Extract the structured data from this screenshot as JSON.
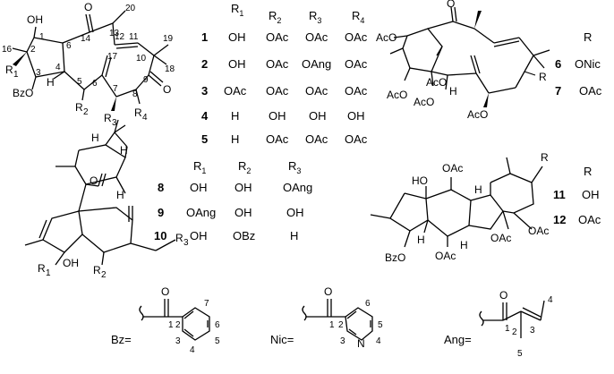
{
  "table_a": {
    "headers": [
      "R",
      "R",
      "R",
      "R"
    ],
    "header_subs": [
      "1",
      "2",
      "3",
      "4"
    ],
    "rows": [
      {
        "id": "1",
        "cells": [
          "OH",
          "OAc",
          "OAc",
          "OAc"
        ]
      },
      {
        "id": "2",
        "cells": [
          "OH",
          "OAc",
          "OAng",
          "OAc"
        ]
      },
      {
        "id": "3",
        "cells": [
          "OAc",
          "OAc",
          "OAc",
          "OAc"
        ]
      },
      {
        "id": "4",
        "cells": [
          "H",
          "OH",
          "OH",
          "OH"
        ]
      },
      {
        "id": "5",
        "cells": [
          "H",
          "OAc",
          "OAc",
          "OAc"
        ]
      }
    ]
  },
  "table_b": {
    "header": "R",
    "rows": [
      {
        "id": "6",
        "value": "ONic"
      },
      {
        "id": "7",
        "value": "OAc"
      }
    ]
  },
  "table_c": {
    "headers": [
      "R",
      "R",
      "R"
    ],
    "header_subs": [
      "1",
      "2",
      "3"
    ],
    "rows": [
      {
        "id": "8",
        "cells": [
          "OH",
          "OH",
          "OAng"
        ]
      },
      {
        "id": "9",
        "cells": [
          "OAng",
          "OH",
          "OH"
        ]
      },
      {
        "id": "10",
        "cells": [
          "OH",
          "OBz",
          "H"
        ]
      }
    ]
  },
  "table_d": {
    "header": "R",
    "rows": [
      {
        "id": "11",
        "value": "OH"
      },
      {
        "id": "12",
        "value": "OAc"
      }
    ]
  },
  "structure_1": {
    "atoms": [
      "OH",
      "1",
      "16",
      "2",
      "R",
      "1",
      "3",
      "BzO",
      "4",
      "H",
      "5",
      "R",
      "2",
      "6",
      "17",
      "7",
      "R",
      "3",
      "8",
      "R",
      "4",
      "9",
      "O",
      "12",
      "13",
      "14",
      "O",
      "20",
      "11",
      "10",
      "19",
      "18"
    ]
  },
  "structure_2": {
    "atoms": [
      "O",
      "AcO",
      "AcO",
      "AcO",
      "H",
      "AcO",
      "AcO",
      "R"
    ]
  },
  "structure_3": {
    "atoms": [
      "H",
      "H",
      "O",
      "H",
      "R",
      "1",
      "OH",
      "R",
      "2",
      "R",
      "3"
    ]
  },
  "structure_4": {
    "atoms": [
      "HO",
      "OAc",
      "H",
      "R",
      "H",
      "H",
      "BzO",
      "OAc",
      "OAc",
      "OAc"
    ]
  },
  "substituents": {
    "bz": {
      "label": "Bz=",
      "nums": [
        "1",
        "2",
        "3",
        "4",
        "5",
        "6",
        "7"
      ],
      "o": "O"
    },
    "nic": {
      "label": "Nic=",
      "nums": [
        "1",
        "2",
        "3",
        "4",
        "5",
        "6"
      ],
      "o": "O",
      "n": "N"
    },
    "ang": {
      "label": "Ang=",
      "nums": [
        "1",
        "2",
        "3",
        "4",
        "5"
      ],
      "o": "O"
    }
  }
}
